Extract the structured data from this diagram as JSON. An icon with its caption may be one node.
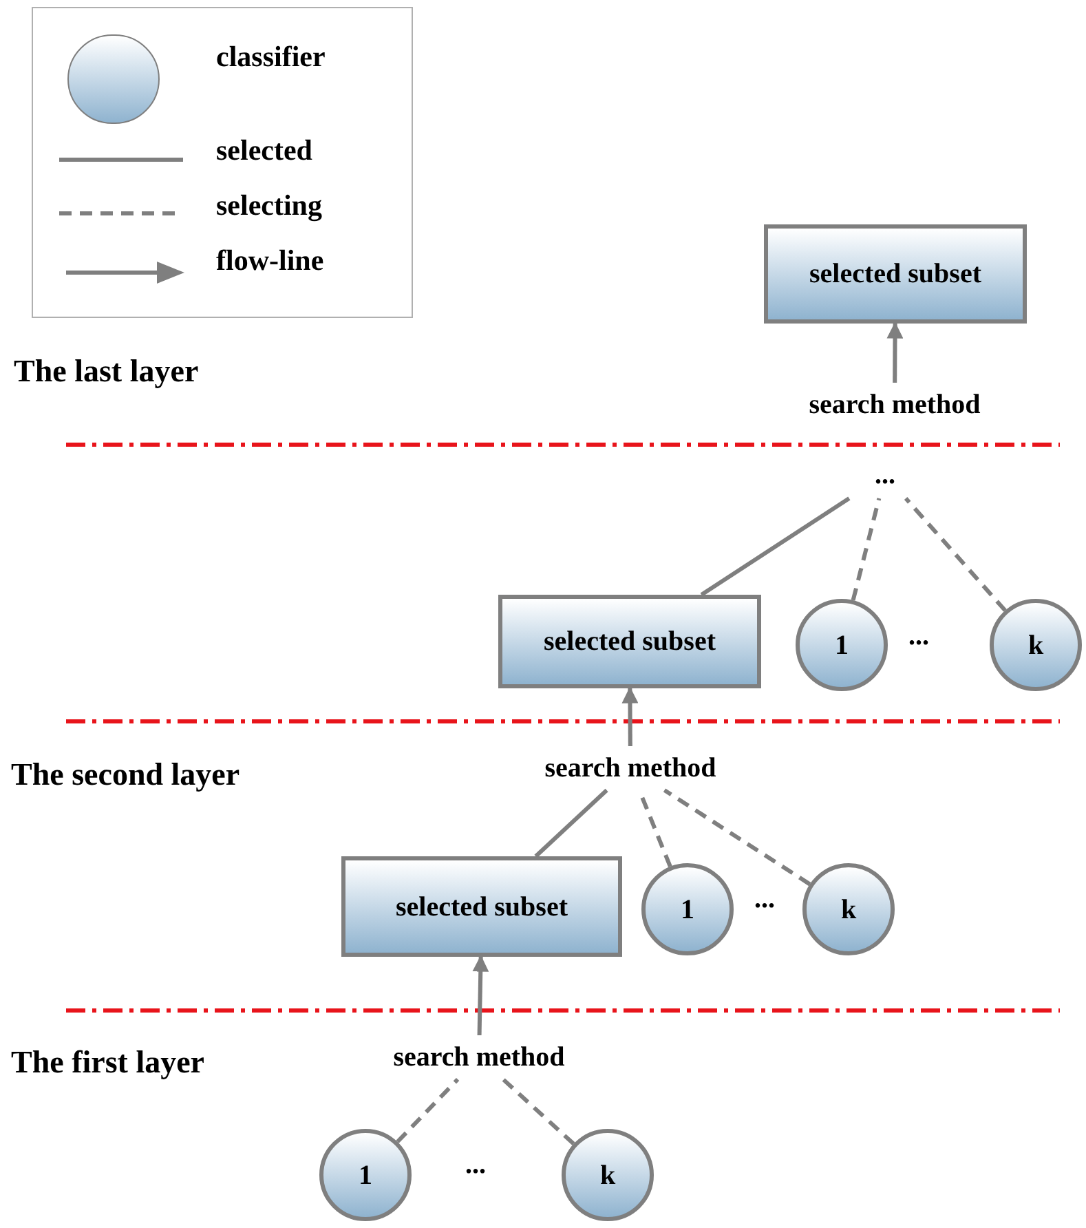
{
  "diagram": {
    "nodes": [
      {
        "text": [
          "selected subset"
        ]
      },
      {
        "text": [
          "search method"
        ]
      },
      {
        "text": [
          "..."
        ]
      },
      {
        "text": [
          "selected subset"
        ]
      },
      {
        "text": [
          "1"
        ]
      },
      {
        "text": [
          "k"
        ]
      },
      {
        "text": [
          "search method"
        ]
      },
      {
        "text": [
          "selected subset"
        ]
      },
      {
        "text": [
          "1"
        ]
      },
      {
        "text": [
          "k"
        ]
      },
      {
        "text": [
          "search method"
        ]
      },
      {
        "text": [
          "1"
        ]
      },
      {
        "text": [
          "k"
        ]
      }
    ],
    "edges": [
      {
        "from": 1,
        "to": 0,
        "arrow": "to"
      },
      {
        "from": 3,
        "to": 2,
        "arrow": "none"
      },
      {
        "from": 4,
        "to": 2,
        "arrow": "none",
        "style": "dashed"
      },
      {
        "from": 5,
        "to": 2,
        "arrow": "none",
        "style": "dashed"
      },
      {
        "from": 6,
        "to": 3,
        "arrow": "to"
      },
      {
        "from": 7,
        "to": 6,
        "arrow": "none"
      },
      {
        "from": 8,
        "to": 6,
        "arrow": "none",
        "style": "dashed"
      },
      {
        "from": 9,
        "to": 6,
        "arrow": "none",
        "style": "dashed"
      },
      {
        "from": 10,
        "to": 7,
        "arrow": "to"
      },
      {
        "from": 11,
        "to": 10,
        "arrow": "none",
        "style": "dashed"
      },
      {
        "from": 12,
        "to": 10,
        "arrow": "none",
        "style": "dashed"
      }
    ],
    "labels": [
      "The last layer",
      "The second layer",
      "The first layer",
      "...",
      "...",
      "..."
    ],
    "legend": [
      {
        "text": "classifier"
      },
      {
        "text": "selected"
      },
      {
        "text": "selecting"
      },
      {
        "text": "flow-line"
      }
    ]
  }
}
